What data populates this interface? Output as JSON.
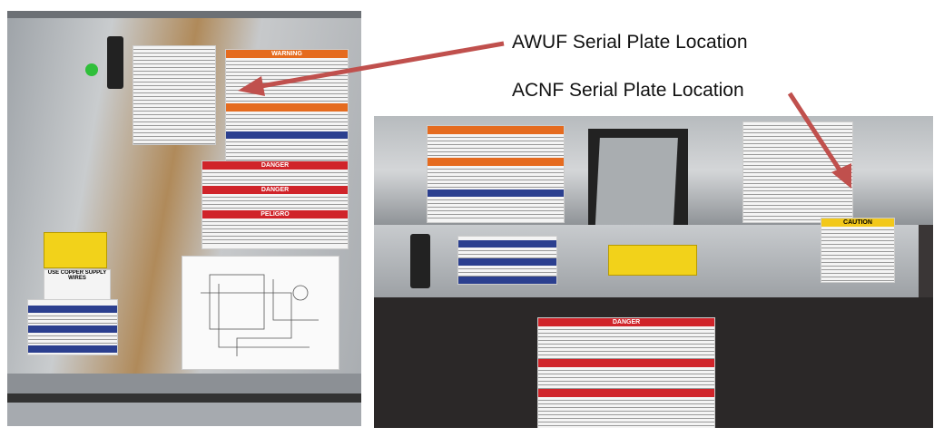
{
  "annotations": {
    "awuf_label": "AWUF Serial Plate Location",
    "acnf_label": "ACNF Serial Plate Location",
    "arrow_color": "#c0504d"
  },
  "left_photo": {
    "stickers": {
      "warning": "WARNING",
      "danger_1": "DANGER",
      "danger_2": "DANGER",
      "peligro": "PELIGRO",
      "copper_wires": "USE COPPER SUPPLY WIRES"
    }
  },
  "right_photo": {
    "stickers": {
      "danger": "DANGER",
      "caution": "CAUTION"
    }
  }
}
